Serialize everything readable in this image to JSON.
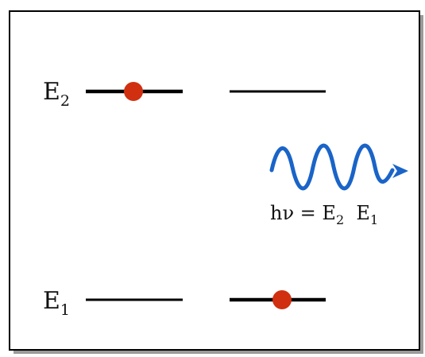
{
  "levels": {
    "upper": {
      "symbol": "E",
      "subscript": "2"
    },
    "lower": {
      "symbol": "E",
      "subscript": "1"
    }
  },
  "photon": {
    "equation": {
      "lhs": "hν = ",
      "e_upper": "E",
      "e_upper_sub": "2",
      "separator": "  ",
      "e_lower": "E",
      "e_lower_sub": "1"
    }
  },
  "colors": {
    "electron": "#d03010",
    "photon_wave": "#1a64c8",
    "level_line": "#000000",
    "frame_border": "#000000",
    "frame_shadow": "#9a9a9a"
  },
  "icons": {
    "electron": "filled-circle",
    "photon": "sine-wave-arrow"
  }
}
